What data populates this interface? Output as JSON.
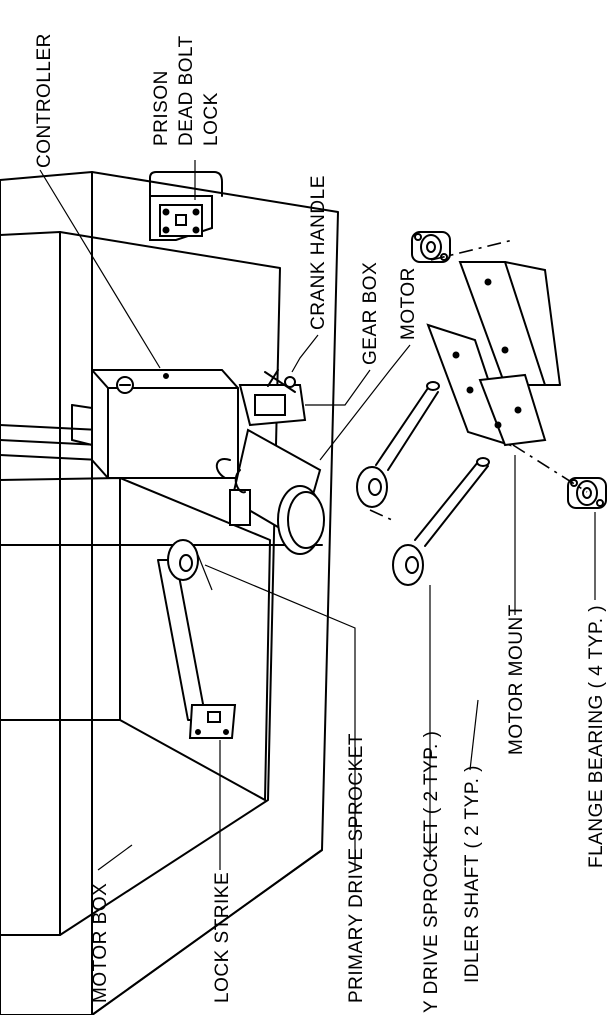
{
  "labels": {
    "controller": "CONTROLLER",
    "prison_lock_line1": "PRISON",
    "prison_lock_line2": "DEAD BOLT",
    "prison_lock_line3": "LOCK",
    "crank_handle": "CRANK HANDLE",
    "gear_box": "GEAR BOX",
    "motor": "MOTOR",
    "motor_box": "MOTOR BOX",
    "lock_strike": "LOCK STRIKE",
    "primary_drive_sprocket": "PRIMARY DRIVE SPROCKET",
    "secondary_drive_sprocket": "Y DRIVE SPROCKET ( 2 TYP. )",
    "idler_shaft": "IDLER SHAFT ( 2 TYP. )",
    "motor_mount": "MOTOR MOUNT",
    "flange_bearing": "FLANGE BEARING ( 4 TYP. )"
  }
}
